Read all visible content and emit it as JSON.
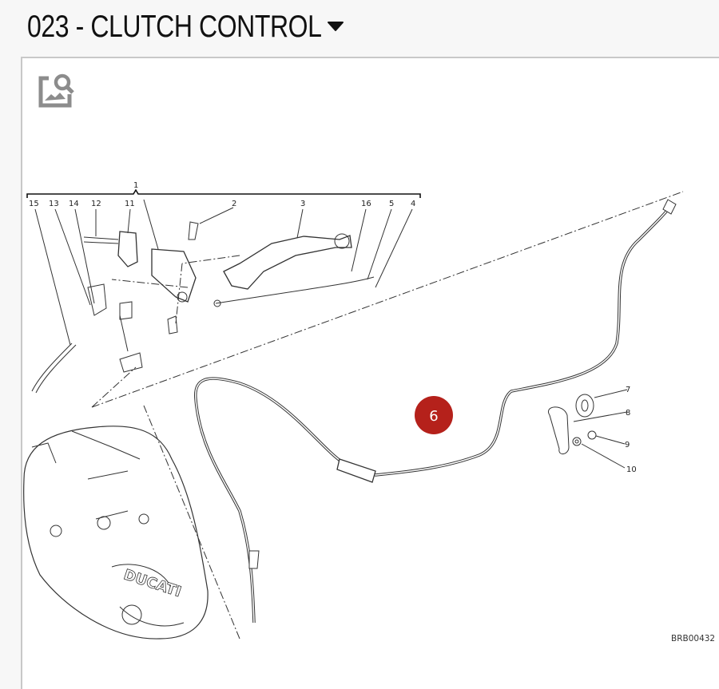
{
  "header": {
    "title": "023 - CLUTCH CONTROL",
    "dropdown_icon": "caret-down-icon"
  },
  "viewer": {
    "zoom_icon": "image-search-icon"
  },
  "diagram": {
    "group_label": "1",
    "part_labels": [
      "15",
      "13",
      "14",
      "12",
      "11",
      "2",
      "3",
      "16",
      "5",
      "4",
      "7",
      "8",
      "9",
      "10"
    ],
    "hotspot": {
      "label": "6",
      "color": "#b5211b"
    },
    "reference_code": "BRB00432",
    "brand_text": "DUCATI"
  }
}
